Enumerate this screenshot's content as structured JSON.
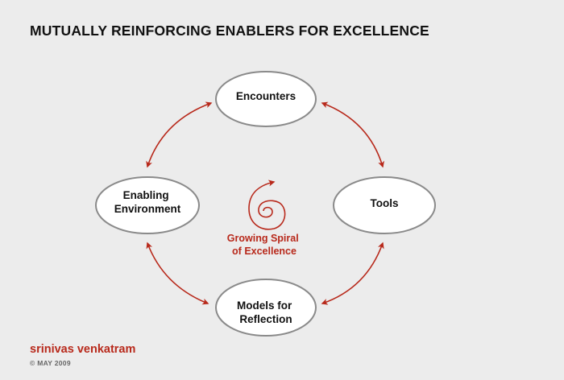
{
  "title": "MUTUALLY REINFORCING ENABLERS FOR EXCELLENCE",
  "nodes": {
    "encounters": {
      "lines": [
        "Encounters"
      ]
    },
    "tools": {
      "lines": [
        "Tools"
      ]
    },
    "models": {
      "lines": [
        "Models for",
        "Reflection"
      ]
    },
    "environment": {
      "lines": [
        "Enabling",
        "Environment"
      ]
    }
  },
  "center": {
    "icon": "spiral-arrow-icon",
    "lines": [
      "Growing Spiral",
      "of Excellence"
    ]
  },
  "connections": [
    {
      "from": "encounters",
      "to": "tools",
      "style": "double-arrow"
    },
    {
      "from": "tools",
      "to": "models",
      "style": "double-arrow"
    },
    {
      "from": "models",
      "to": "environment",
      "style": "double-arrow"
    },
    {
      "from": "environment",
      "to": "encounters",
      "style": "double-arrow"
    }
  ],
  "footer": {
    "author": "srinivas venkatram",
    "copyright": "© MAY 2009"
  },
  "colors": {
    "background": "#ececec",
    "accent": "#b8291b",
    "node_fill": "#ffffff",
    "node_stroke": "#8a8a8a",
    "text": "#111111"
  }
}
